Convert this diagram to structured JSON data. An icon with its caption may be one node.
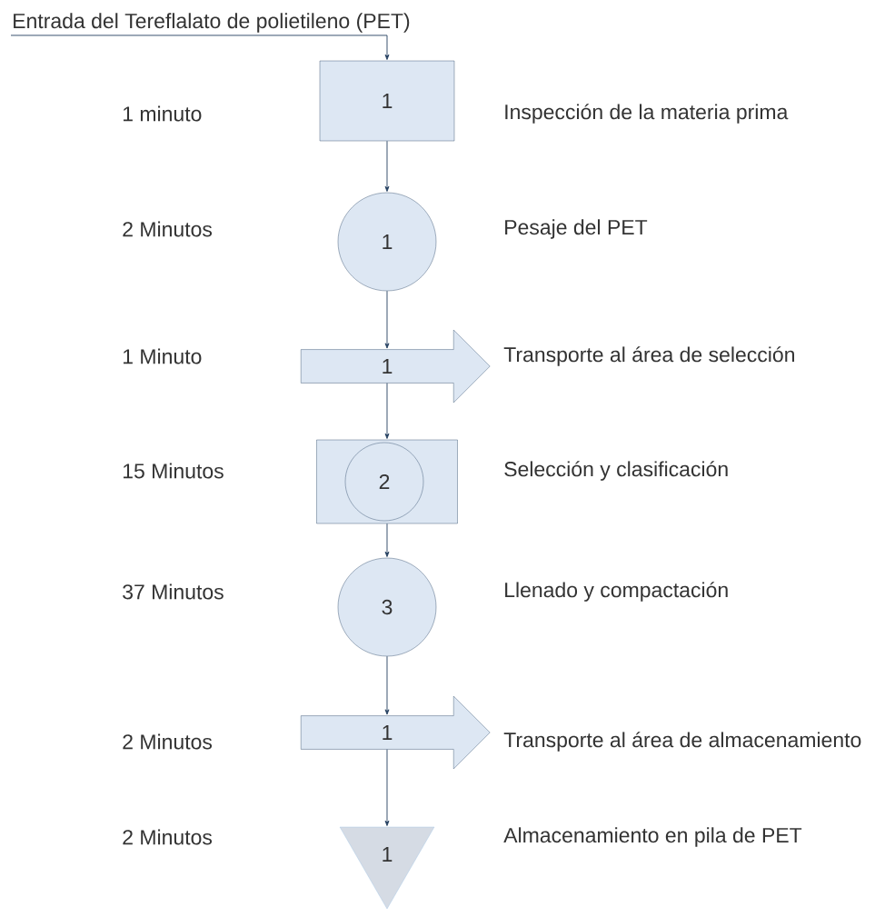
{
  "diagram": {
    "nodes": [
      {
        "text": [
          "Entrada del Tereflalato de polietileno (PET)"
        ]
      },
      {
        "text": [
          "1"
        ]
      },
      {
        "text": [
          "1"
        ]
      },
      {
        "text": [
          "1"
        ]
      },
      {
        "text": [],
        "shape": "box"
      },
      {
        "text": [
          "2"
        ],
        "in": 4
      },
      {
        "text": [
          "3"
        ]
      },
      {
        "text": [
          "1"
        ]
      },
      {
        "text": [
          "1"
        ]
      }
    ],
    "edges": [
      {
        "from": 0,
        "to": 1,
        "arrow": "to"
      },
      {
        "from": 1,
        "to": 2,
        "arrow": "to"
      },
      {
        "from": 2,
        "to": 3,
        "arrow": "to"
      },
      {
        "from": 3,
        "to": 4,
        "arrow": "to"
      },
      {
        "from": 4,
        "to": 6,
        "arrow": "to"
      },
      {
        "from": 6,
        "to": 7,
        "arrow": "to"
      },
      {
        "from": 7,
        "to": 8,
        "arrow": "to"
      }
    ],
    "labels": [
      "1 minuto",
      "Inspección de la materia prima",
      "2 Minutos",
      "Pesaje del PET",
      "1 Minuto",
      "Transporte al área de selección",
      "15 Minutos",
      "Selección y clasificación",
      "37 Minutos",
      "Llenado y compactación",
      "2 Minutos",
      "Transporte al área de almacenamiento",
      "2 Minutos",
      "Almacenamiento en pila de PET"
    ]
  }
}
